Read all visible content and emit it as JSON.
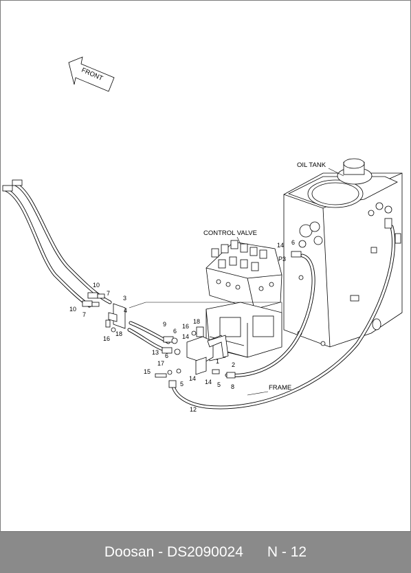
{
  "footer": {
    "brand": "Doosan",
    "separator": " - ",
    "part_code": "DS2090024",
    "page": "N - 12"
  },
  "labels": {
    "front": "FRONT",
    "oil_tank": "OIL TANK",
    "control_valve": "CONTROL VALVE",
    "frame": "FRAME",
    "port_p3": "P3"
  },
  "callouts": [
    "1",
    "2",
    "3",
    "4",
    "5",
    "5",
    "6",
    "6",
    "7",
    "7",
    "8",
    "9",
    "10",
    "10",
    "12",
    "13",
    "14",
    "14",
    "14",
    "14",
    "15",
    "16",
    "16",
    "17",
    "18",
    "18"
  ]
}
